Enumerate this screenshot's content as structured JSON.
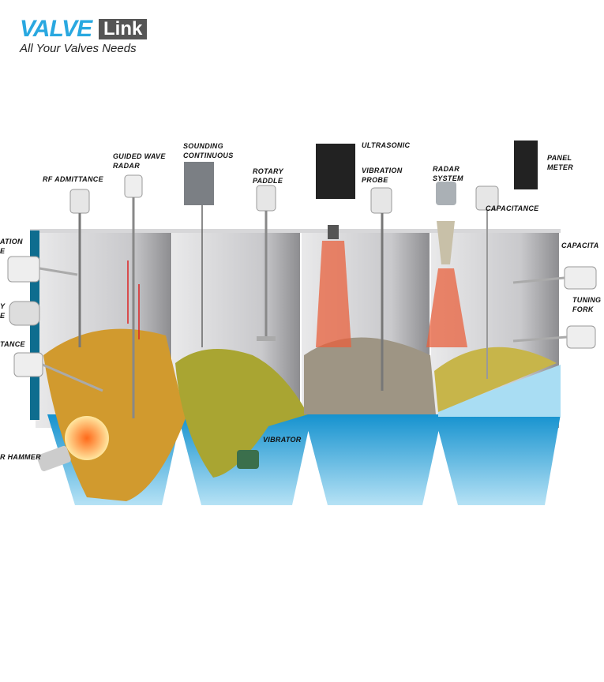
{
  "logo": {
    "brand_part1": "VALVE",
    "brand_part2": "Link",
    "tagline": "All Your Valves Needs"
  },
  "labels": {
    "rf_admittance": "RF ADMITTANCE",
    "guided_wave_1": "GUIDED WAVE",
    "guided_wave_2": "RADAR",
    "sounding_1": "SOUNDING",
    "sounding_2": "CONTINUOUS",
    "rotary_1": "ROTARY",
    "rotary_2": "PADDLE",
    "ultrasonic": "ULTRASONIC",
    "vibration_1": "VIBRATION",
    "vibration_2": "PROBE",
    "radar_1": "RADAR",
    "radar_2": "SYSTEM",
    "panel_1": "PANEL",
    "panel_2": "METER",
    "capacitance_top": "CAPACITANCE",
    "capacitance_right": "CAPACITA",
    "tuning_1": "TUNING",
    "tuning_2": "FORK",
    "vibrator": "VIBRATOR",
    "left_vibration_1": "ATION",
    "left_vibration_2": "E",
    "left_rotary_1": "Y",
    "left_rotary_2": "E",
    "left_capacitance": "TANCE",
    "air_hammer": "R HAMMER"
  },
  "colors": {
    "brand_blue": "#29a8e0",
    "hopper_blue": "#1e9fd8",
    "wall_teal": "#0e6d8f",
    "beam_red": "#e8603c"
  }
}
